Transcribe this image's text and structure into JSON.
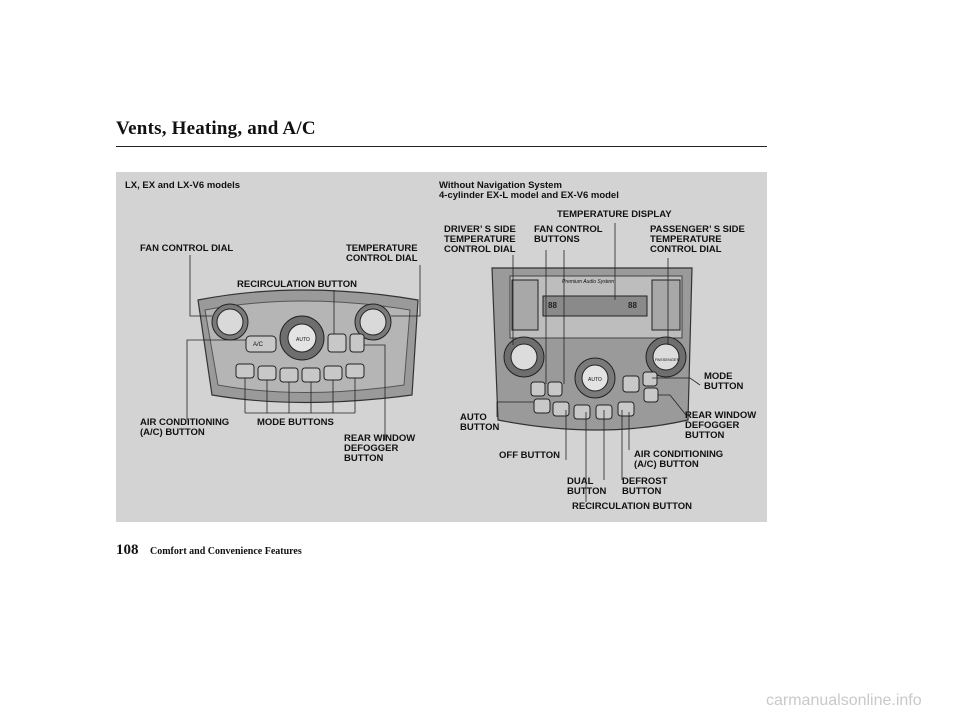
{
  "header": {
    "title": "Vents, Heating, and A/C"
  },
  "left_diagram": {
    "heading": "LX, EX and LX-V6 models",
    "labels": {
      "fan_control_dial": "FAN CONTROL DIAL",
      "temperature_control_dial": "TEMPERATURE\nCONTROL DIAL",
      "recirculation_button": "RECIRCULATION BUTTON",
      "air_conditioning_button": "AIR CONDITIONING\n(A/C) BUTTON",
      "mode_buttons": "MODE BUTTONS",
      "rear_window_defogger": "REAR WINDOW\nDEFOGGER\nBUTTON"
    }
  },
  "right_diagram": {
    "heading": "Without Navigation System\n4-cylinder EX-L model and EX-V6 model",
    "labels": {
      "temperature_display": "TEMPERATURE DISPLAY",
      "driver_side_dial": "DRIVER’ S SIDE\nTEMPERATURE\nCONTROL DIAL",
      "fan_control_buttons": "FAN CONTROL\nBUTTONS",
      "passenger_side_dial": "PASSENGER’ S SIDE\nTEMPERATURE\nCONTROL DIAL",
      "mode_button": "MODE\nBUTTON",
      "auto_button": "AUTO\nBUTTON",
      "rear_window_defogger": "REAR WINDOW\nDEFOGGER\nBUTTON",
      "off_button": "OFF BUTTON",
      "air_conditioning_button": "AIR CONDITIONING\n(A/C) BUTTON",
      "dual_button": "DUAL\nBUTTON",
      "defrost_button": "DEFROST\nBUTTON",
      "recirculation_button": "RECIRCULATION BUTTON"
    },
    "device_text": {
      "audio_system": "Premium Audio System",
      "temp_left": "88",
      "temp_right": "88",
      "auto_dial": "AUTO",
      "passenger_dial": "PASSENGER"
    }
  },
  "left_device_text": {
    "ac": "A/C",
    "auto_dial": "AUTO"
  },
  "footer": {
    "page_number": "108",
    "section": "Comfort and Convenience Features"
  },
  "watermark": "carmanualsonline.info"
}
